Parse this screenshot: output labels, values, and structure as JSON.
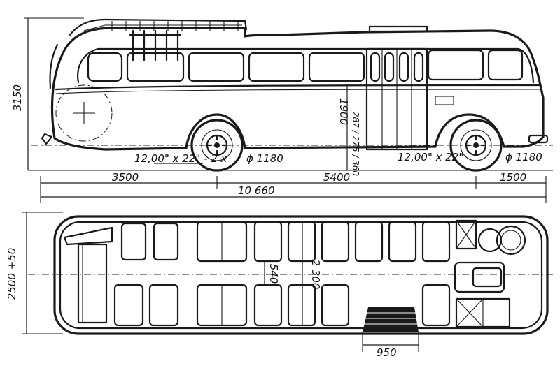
{
  "dimensions": {
    "height_total": "3150",
    "wheelbase_front_overhang": "3500",
    "wheelbase": "5400",
    "rear_overhang": "1500",
    "length_total": "10 660",
    "interior_height": "1900",
    "floor_heights": "287 / 275 / 360",
    "tyre_rear": "12,00\" x 22\" - 2 x",
    "tyre_front": "12,00\" x 22\"",
    "wheel_diam_rear": "ϕ 1180",
    "wheel_diam_front": "ϕ 1180",
    "width_total": "2500 +50",
    "interior_width": "2 300",
    "aisle_width": "540",
    "door_width": "950"
  }
}
